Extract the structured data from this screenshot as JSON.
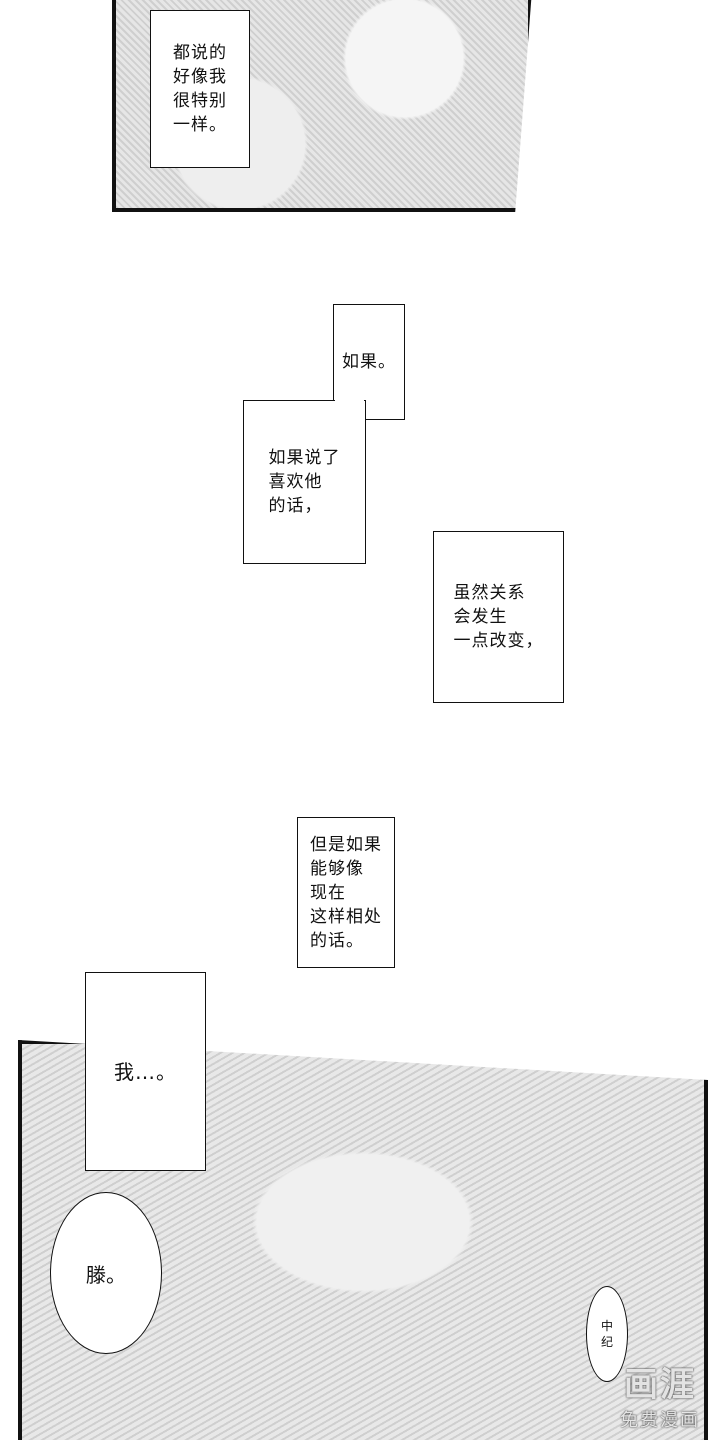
{
  "captions": {
    "top": "都说的\n好像我\n很特别\n一样。",
    "if_short": "如果。",
    "if_long": "如果说了\n喜欢他\n的话，",
    "relation": "虽然关系\n会发生\n一点改变，",
    "but_if": "但是如果\n能够像\n现在\n这样相处\n的话。",
    "me": "我…。"
  },
  "bubbles": {
    "name": "滕。",
    "small": "中\n纪"
  },
  "watermark": {
    "logo": "画涯",
    "sub": "免费漫画"
  }
}
